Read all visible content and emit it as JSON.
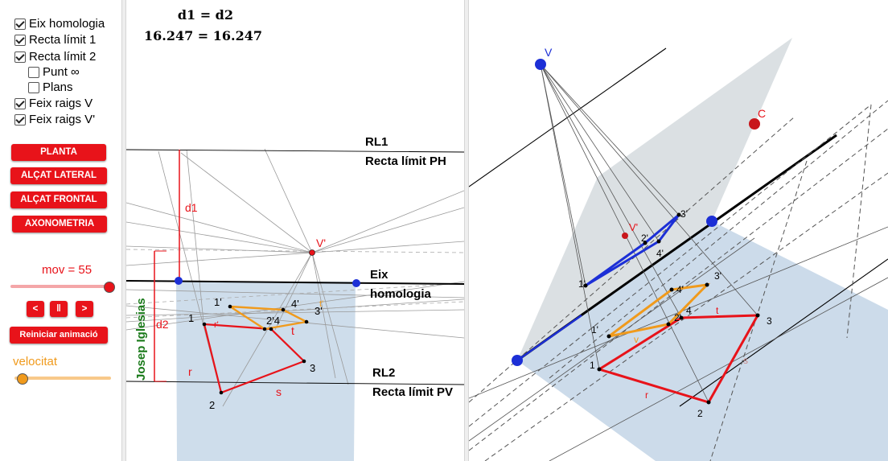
{
  "checkboxes": [
    {
      "label": "Eix homologia",
      "checked": true
    },
    {
      "label": "Recta límit 1",
      "checked": true
    },
    {
      "label": "Recta límit 2",
      "checked": true
    },
    {
      "label": "Punt ∞",
      "checked": false
    },
    {
      "label": "Plans",
      "checked": false
    },
    {
      "label": "Feix raigs V",
      "checked": true
    },
    {
      "label": "Feix raigs V'",
      "checked": true
    }
  ],
  "views": {
    "planta": "PLANTA",
    "alcat_lateral": "ALÇAT LATERAL",
    "alcat_frontal": "ALÇAT FRONTAL",
    "axonometria": "AXONOMETRIA"
  },
  "mov": {
    "label": "mov = 55",
    "value": 55
  },
  "playback": {
    "prev": "<",
    "pause": "‖",
    "next": ">"
  },
  "restart_label": "Reiniciar animació",
  "velocitat": {
    "label": "velocitat",
    "value_fraction": 0.0
  },
  "equation": {
    "line1": "d1 = d2",
    "line2": "16.247 = 16.247"
  },
  "view2d": {
    "rl1": "RL1",
    "rl1_desc": "Recta límit PH",
    "eix1": "Eix",
    "eix2": "homologia",
    "rl2": "RL2",
    "rl2_desc": "Recta límit PV",
    "d1": "d1",
    "d2": "d2",
    "vprime": "V'",
    "author": "Josep Iglesias",
    "points": {
      "p1": "1",
      "p2": "2",
      "p3": "3",
      "p1p": "1'",
      "p24": "2'4",
      "p3p": "3'",
      "p4p": "4'"
    },
    "lines": {
      "r": "r",
      "s": "s",
      "t": "t",
      "rp": "r'",
      "tp": "t'"
    }
  },
  "view3d": {
    "V": "V",
    "C": "C",
    "Vp": "V'",
    "p1": "1",
    "p2": "2",
    "p3": "3",
    "p4": "4",
    "p1p": "1'",
    "p2p": "2'",
    "p3p": "3'",
    "p4p": "4'",
    "r": "r",
    "s": "s",
    "t": "t",
    "v": "v"
  },
  "colors": {
    "red": "#e8131a",
    "blue": "#1c2fd6",
    "orange": "#f09a1c",
    "green": "#1a7a1a",
    "plane": "#c6d7e8"
  }
}
